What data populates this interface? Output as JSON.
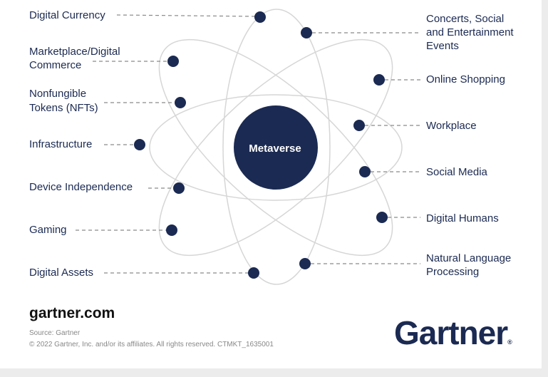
{
  "center": "Metaverse",
  "left_labels": {
    "digital_currency": "Digital Currency",
    "marketplace_1": "Marketplace/Digital",
    "marketplace_2": "Commerce",
    "nft_1": "Nonfungible",
    "nft_2": "Tokens (NFTs)",
    "infrastructure": "Infrastructure",
    "device_independence": "Device Independence",
    "gaming": "Gaming",
    "digital_assets": "Digital Assets"
  },
  "right_labels": {
    "concerts_1": "Concerts, Social",
    "concerts_2": "and Entertainment",
    "concerts_3": "Events",
    "online_shopping": "Online Shopping",
    "workplace": "Workplace",
    "social_media": "Social Media",
    "digital_humans": "Digital Humans",
    "nlp_1": "Natural Language",
    "nlp_2": "Processing"
  },
  "footer": {
    "site": "gartner.com",
    "source": "Source: Gartner",
    "copyright": "© 2022 Gartner, Inc. and/or its affiliates. All rights reserved. CTMKT_1635001",
    "logo": "Gartner",
    "registered": "®"
  },
  "colors": {
    "navy": "#1b2a52",
    "orbit": "#d6d6d6"
  }
}
